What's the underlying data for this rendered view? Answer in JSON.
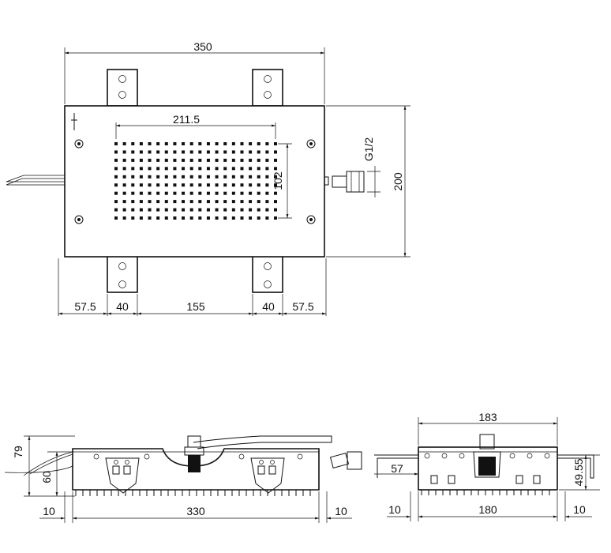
{
  "top_view": {
    "overall_width": "350",
    "overall_height": "200",
    "nozzle_field_width": "211.5",
    "nozzle_field_height": "102",
    "inlet_thread": "G1/2",
    "bottom_dims": [
      "57.5",
      "40",
      "155",
      "40",
      "57.5"
    ]
  },
  "front_view": {
    "height_total": "79",
    "height_body": "60",
    "width_body": "330",
    "left_margin": "10",
    "right_margin": "10"
  },
  "side_view": {
    "width_top": "183",
    "width_bottom": "180",
    "height": "49.55",
    "flange_depth": "57",
    "left_margin": "10",
    "right_margin": "10"
  }
}
